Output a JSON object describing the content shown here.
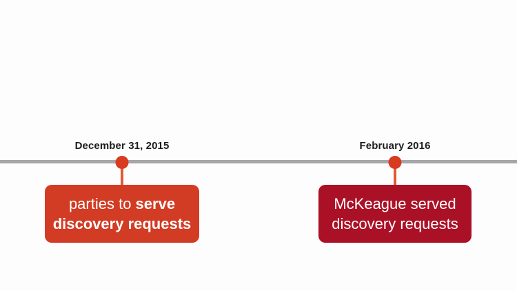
{
  "page": {
    "background_color": "#fdfdfd",
    "type": "timeline-slide"
  },
  "timeline": {
    "line_color": "#a6a6a9",
    "dot_color": "#d83b20",
    "connector_color": "#e05b33"
  },
  "events": [
    {
      "date": "December 31, 2015",
      "box_color": "#d23b24",
      "text_color": "#ffffff",
      "line1_regular": "parties to ",
      "line1_bold": "serve",
      "line2_bold": "discovery requests"
    },
    {
      "date": "February 2016",
      "box_color": "#ab1126",
      "text_color": "#ffffff",
      "line1": "McKeague served",
      "line2": "discovery requests"
    }
  ]
}
